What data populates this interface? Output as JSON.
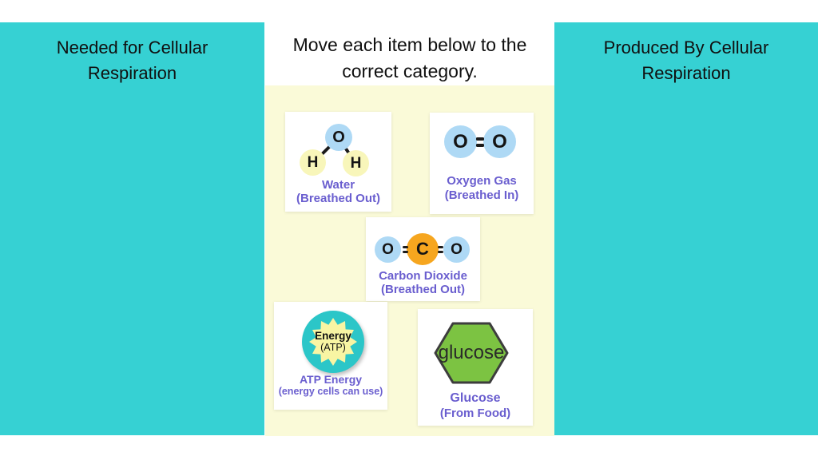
{
  "categories": {
    "left": {
      "title": "Needed for Cellular Respiration"
    },
    "right": {
      "title": "Produced By Cellular Respiration"
    }
  },
  "instruction": {
    "text": "Move each item below to the correct category."
  },
  "items": {
    "water": {
      "label": "Water",
      "sublabel": "(Breathed Out)",
      "atom_o": "O",
      "atom_h_left": "H",
      "atom_h_right": "H"
    },
    "oxygen": {
      "label": "Oxygen Gas",
      "sublabel": "(Breathed In)",
      "atom_o_left": "O",
      "atom_o_right": "O"
    },
    "co2": {
      "label": "Carbon Dioxide",
      "sublabel": "(Breathed Out)",
      "atom_o_left": "O",
      "atom_c": "C",
      "atom_o_right": "O"
    },
    "atp": {
      "label": "ATP Energy",
      "sublabel": "(energy cells can use)",
      "emblem_title": "Energy",
      "emblem_sub": "(ATP)"
    },
    "glucose": {
      "label": "Glucose",
      "sublabel": "(From Food)",
      "hex_label": "glucose"
    }
  },
  "colors": {
    "panel_teal": "#36d1d3",
    "dropzone_yellow": "#fafad8",
    "atom_blue": "#aed9f5",
    "atom_yellow": "#f8f6ba",
    "atom_orange": "#f6a61f",
    "label_purple": "#6a5ecf",
    "glucose_green": "#7cc342",
    "atp_circle_teal": "#2bc6c8",
    "atp_star_yellow": "#f8f5a3",
    "bond_black": "#1b1b1b"
  }
}
